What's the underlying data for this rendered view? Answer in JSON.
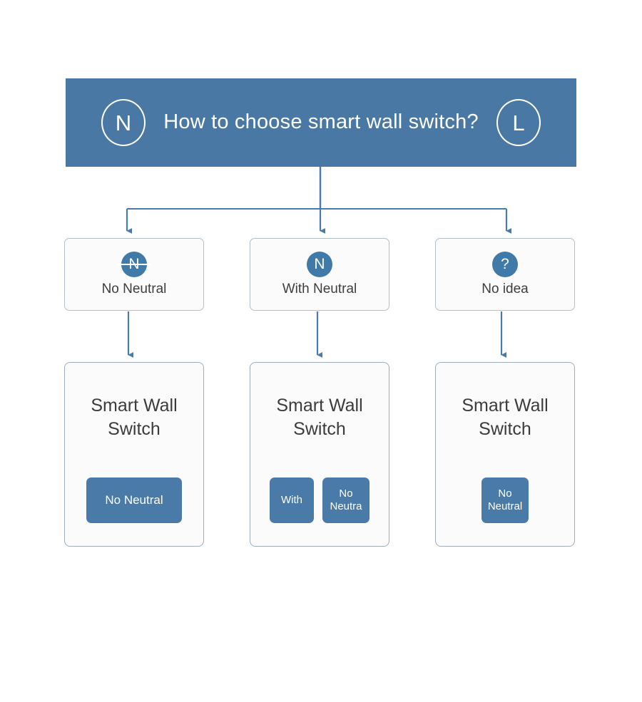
{
  "header": {
    "left_badge": "N",
    "left_badge_icon": "neutral-wire-ring-icon",
    "title": "How to choose smart wall switch?",
    "right_badge": "L",
    "right_badge_icon": "live-wire-ring-icon"
  },
  "colors": {
    "banner_blue": "#4a78a4",
    "chip_blue": "#4a7aa8",
    "badge_blue": "#3f7aa8",
    "connector_blue": "#4a7aa8",
    "box_border": "#b3bfca",
    "card_border": "#9fadba",
    "card_background": "#fbfbfb",
    "page_background": "#ffffff",
    "text_dark": "#3c3c3c",
    "text_light": "#ffffff"
  },
  "options": [
    {
      "badge": "N",
      "badge_icon": "n-circle-struck-icon",
      "struck": true,
      "label": "No Neutral"
    },
    {
      "badge": "N",
      "badge_icon": "n-circle-icon",
      "struck": false,
      "label": "With Neutral"
    },
    {
      "badge": "?",
      "badge_icon": "question-circle-icon",
      "struck": false,
      "label": "No idea"
    }
  ],
  "products": [
    {
      "title": "Smart Wall Switch",
      "chips": [
        {
          "label": "No Neutral",
          "size": "wide"
        }
      ]
    },
    {
      "title": "Smart Wall Switch",
      "chips": [
        {
          "label": "With",
          "size": "medium"
        },
        {
          "label": "No Neutra",
          "size": "narrow"
        }
      ]
    },
    {
      "title": "Smart Wall Switch",
      "chips": [
        {
          "label": "No Neutral",
          "size": "square"
        }
      ]
    }
  ],
  "connectors": {
    "trunk_label": "header-to-options-trunk",
    "arrow_labels": [
      "arrow-to-no-neutral",
      "arrow-to-with-neutral",
      "arrow-to-no-idea",
      "arrow-no-neutral-to-product",
      "arrow-with-neutral-to-product",
      "arrow-no-idea-to-product"
    ]
  }
}
